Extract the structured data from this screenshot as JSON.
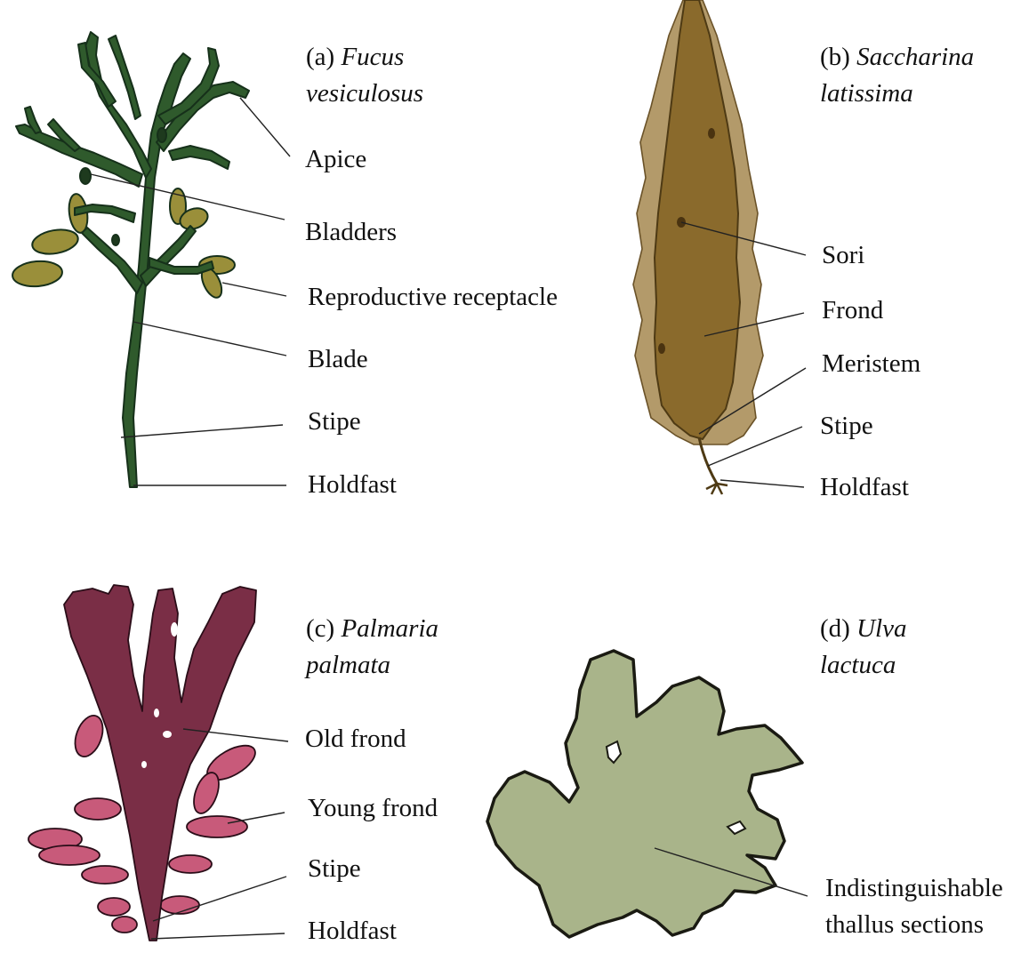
{
  "panels": {
    "a": {
      "prefix": "(a) ",
      "genus": "Fucus",
      "species": "vesiculosus",
      "labels": [
        "Apice",
        "Bladders",
        "Reproductive receptacle",
        "Blade",
        "Stipe",
        "Holdfast"
      ]
    },
    "b": {
      "prefix": "(b) ",
      "genus": "Saccharina",
      "species": "latissima",
      "labels": [
        "Sori",
        "Frond",
        "Meristem",
        "Stipe",
        "Holdfast"
      ]
    },
    "c": {
      "prefix": "(c) ",
      "genus": "Palmaria",
      "species": "palmata",
      "labels": [
        "Old frond",
        "Young frond",
        "Stipe",
        "Holdfast"
      ]
    },
    "d": {
      "prefix": "(d) ",
      "genus": "Ulva",
      "species": "lactuca",
      "labels": [
        "Indistinguishable",
        "thallus sections"
      ]
    }
  },
  "colors": {
    "fucus_blade": "#2f5a2c",
    "fucus_receptacle": "#9a8f3a",
    "saccharina_frond": "#8a6a2c",
    "saccharina_edge": "#b39a6a",
    "palmaria_old": "#7a2e46",
    "palmaria_young": "#c85a7a",
    "ulva_thallus": "#a9b48a"
  }
}
